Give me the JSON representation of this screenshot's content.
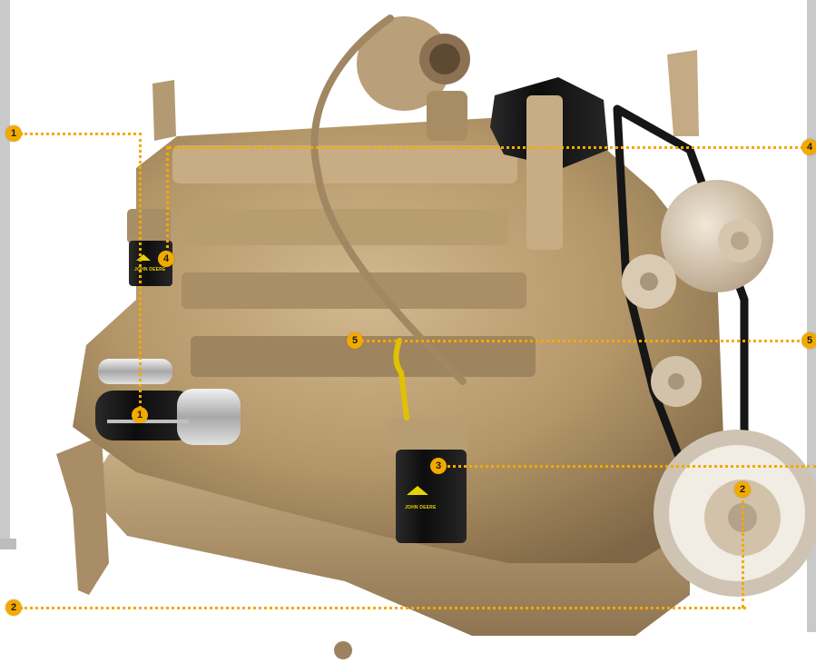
{
  "colors": {
    "engine_body": "#b79a72",
    "engine_shadow": "#8a6f4c",
    "filter_black": "#141414",
    "callout_accent": "#f2a900",
    "side_bars": "#c9c9c9"
  },
  "callouts": [
    {
      "id": "c1a",
      "label": "1"
    },
    {
      "id": "c1b",
      "label": "1"
    },
    {
      "id": "c2a",
      "label": "2"
    },
    {
      "id": "c2b",
      "label": "2"
    },
    {
      "id": "c3",
      "label": "3"
    },
    {
      "id": "c4a",
      "label": "4"
    },
    {
      "id": "c4b",
      "label": "4"
    },
    {
      "id": "c5a",
      "label": "5"
    },
    {
      "id": "c5b",
      "label": "5"
    }
  ],
  "decals": {
    "fuel_filter_brand": "JOHN DEERE",
    "oil_filter_brand": "JOHN DEERE"
  }
}
